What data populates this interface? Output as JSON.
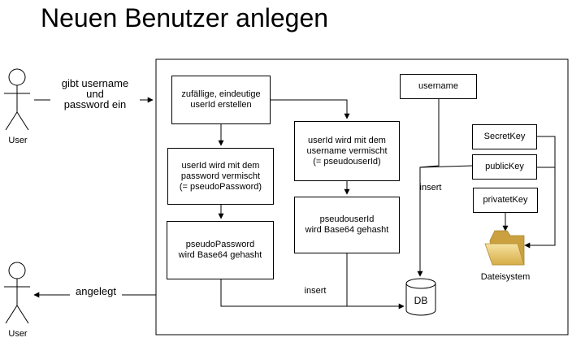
{
  "title": "Neuen Benutzer anlegen",
  "actors": {
    "top": "User",
    "bottom": "User"
  },
  "edge_labels": {
    "input": "gibt username\nund\npassword ein",
    "output": "angelegt",
    "insert_left": "insert",
    "insert_right": "insert"
  },
  "boxes": {
    "create_userid": "zufällige, eindeutige\nuserId erstellen",
    "mix_password": "userId wird mit dem\npassword vermischt\n(= pseudoPassword)",
    "hash_password": "pseudoPassword\nwird Base64 gehasht",
    "mix_username": "userId wird mit dem\nusername vermischt\n(= pseudouserId)",
    "hash_userid": "pseudouserId\nwird Base64 gehasht",
    "username": "username",
    "secret_key": "SecretKey",
    "public_key": "publicKey",
    "private_key": "privatetKey"
  },
  "database": "DB",
  "filesystem": "Dateisystem",
  "colors": {
    "stroke": "#000000",
    "folder_light": "#f3d88a",
    "folder_dark": "#d9b24e"
  }
}
